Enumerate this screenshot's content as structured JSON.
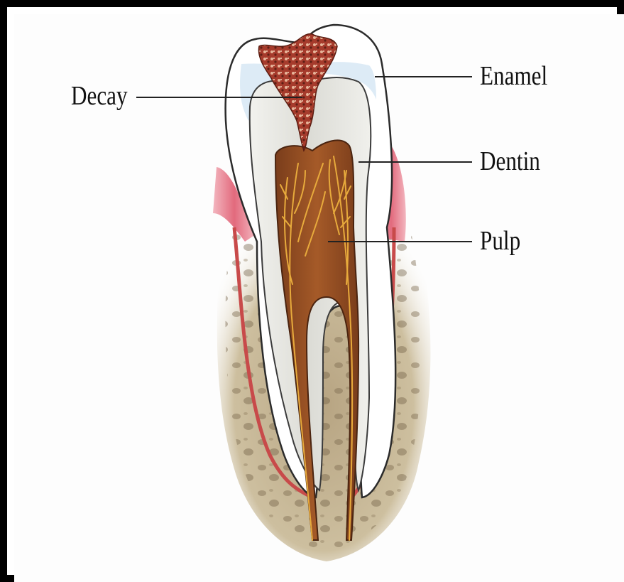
{
  "labels": {
    "decay": "Decay",
    "enamel": "Enamel",
    "dentin": "Dentin",
    "pulp": "Pulp"
  },
  "colors": {
    "border": "#000000",
    "enamel": "#ffffff",
    "dentin": "#e6e6e2",
    "pulp": "#8a4a22",
    "nerves": "#e2a83a",
    "decay": "#9e3a2a",
    "gum": "#e8798a",
    "bone": "#b9a88a",
    "leader_line": "#222222"
  },
  "icons": {
    "diagram": "tooth-cross-section-illustration"
  }
}
